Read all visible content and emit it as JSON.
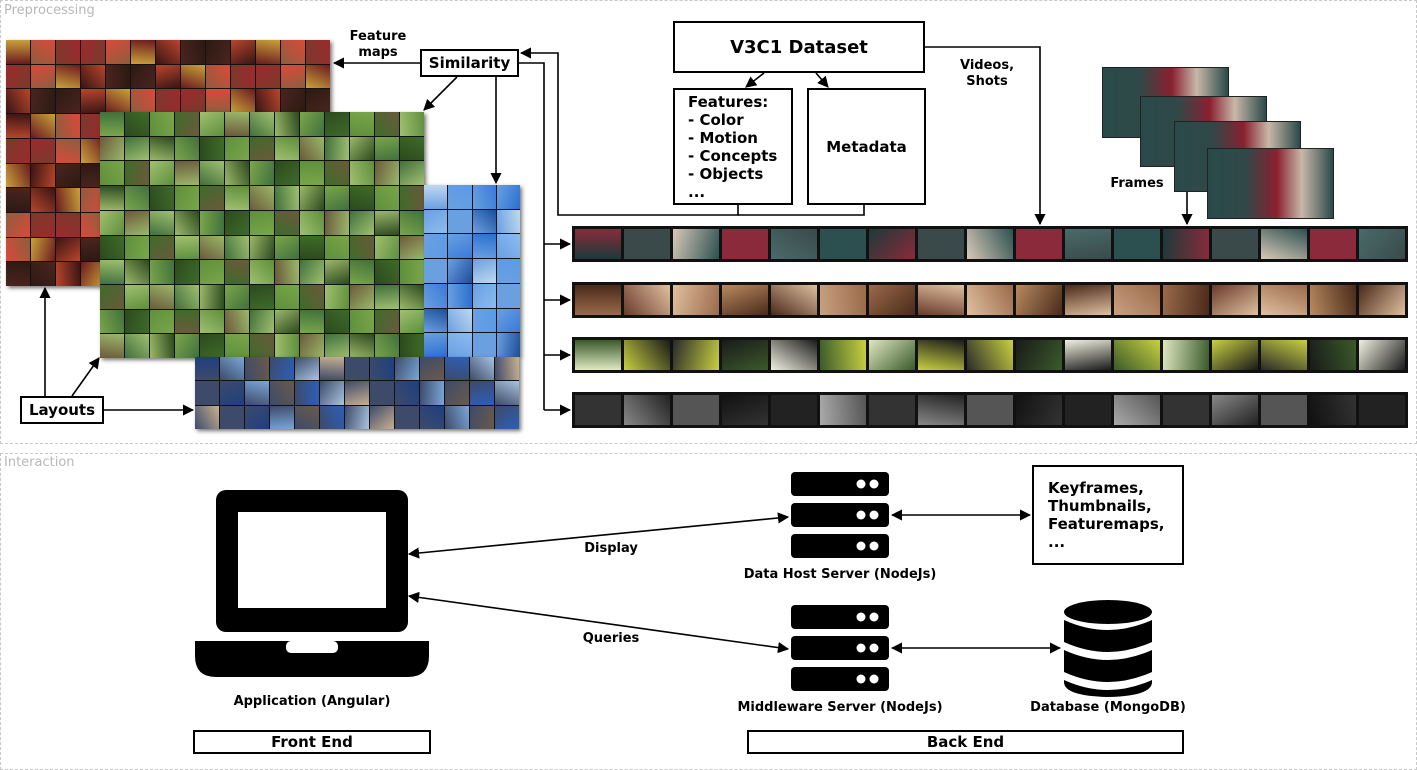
{
  "sections": {
    "preprocessing": "Preprocessing",
    "interaction": "Interaction"
  },
  "preprocessing": {
    "dataset_title": "V3C1 Dataset",
    "features_items": [
      "Features:",
      "- Color",
      "- Motion",
      "- Concepts",
      "- Objects",
      "..."
    ],
    "metadata": "Metadata",
    "similarity": "Similarity",
    "feature_maps_label": "Feature\nmaps",
    "videos_shots_label": "Videos,\nShots",
    "frames_label": "Frames",
    "layouts": "Layouts"
  },
  "interaction": {
    "display_label": "Display",
    "queries_label": "Queries",
    "data_host_label": "Data Host Server (NodeJs)",
    "middleware_label": "Middleware Server (NodeJs)",
    "database_label": "Database (MongoDB)",
    "app_label": "Application (Angular)",
    "assets_items": [
      "Keyframes,",
      "Thumbnails,",
      "Featuremaps,",
      "..."
    ],
    "front_end": "Front End",
    "back_end": "Back End"
  },
  "palettes": {
    "map1": [
      "#6b1a1f",
      "#9c2a2e",
      "#3a1414",
      "#b8462c",
      "#7a3a2a",
      "#c9a23a",
      "#2c1a12",
      "#8e5d3e",
      "#d94a3a",
      "#4b2420"
    ],
    "map2": [
      "#3f6b2a",
      "#5e8f3b",
      "#2c4a1d",
      "#7aa64a",
      "#9cb86a",
      "#41703c",
      "#6a5a3a",
      "#a0c070"
    ],
    "map3": [
      "#2a6fd0",
      "#5a9be6",
      "#1d4f99",
      "#8cbcf0",
      "#3a7ad8",
      "#c0d8f0",
      "#6aa0e0"
    ],
    "map4": [
      "#2d5fb8",
      "#7aa7d8",
      "#3d4a6a",
      "#a8c4e0",
      "#6b5a4a",
      "#1f3f80",
      "#c8b090"
    ],
    "strip1": [
      "#1c3a3a",
      "#2c5050",
      "#4a6a6a",
      "#8a2a3a",
      "#d8c8b8",
      "#3a4a4a"
    ],
    "strip2": [
      "#6a3a2a",
      "#9a6a4a",
      "#c8a080",
      "#4a2a1a",
      "#b88a60",
      "#e0c0a0"
    ],
    "strip3": [
      "#2a2a2a",
      "#c8d040",
      "#e0e8c0",
      "#3a5a2a",
      "#f0f0e0",
      "#1a1a1a"
    ],
    "strip4": [
      "#111111",
      "#555555",
      "#888888",
      "#333333",
      "#aaaaaa",
      "#222222"
    ],
    "frames": [
      "#2a4a4a",
      "#8a2030",
      "#c8b8a8",
      "#304848"
    ]
  }
}
